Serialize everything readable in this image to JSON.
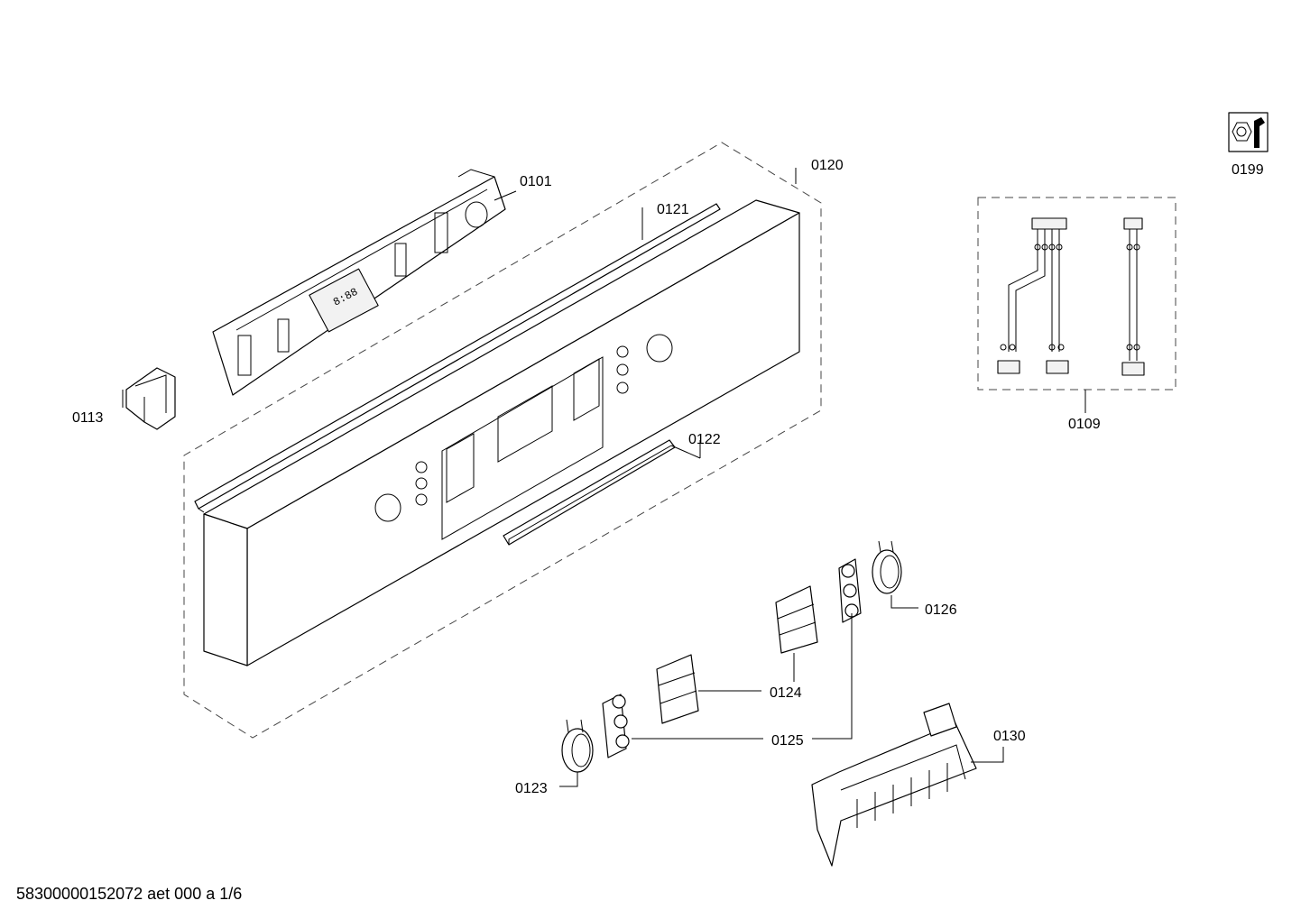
{
  "parts": {
    "p0101": "0101",
    "p0109": "0109",
    "p0113": "0113",
    "p0120": "0120",
    "p0121": "0121",
    "p0122": "0122",
    "p0123": "0123",
    "p0124": "0124",
    "p0125": "0125",
    "p0126": "0126",
    "p0130": "0130",
    "p0199": "0199"
  },
  "footer": "58300000152072 aet 000 a 1/6",
  "icons": {
    "service": "wrench-nut-icon"
  },
  "colors": {
    "line": "#000000",
    "fill": "#ffffff",
    "dashed": "#444444"
  }
}
